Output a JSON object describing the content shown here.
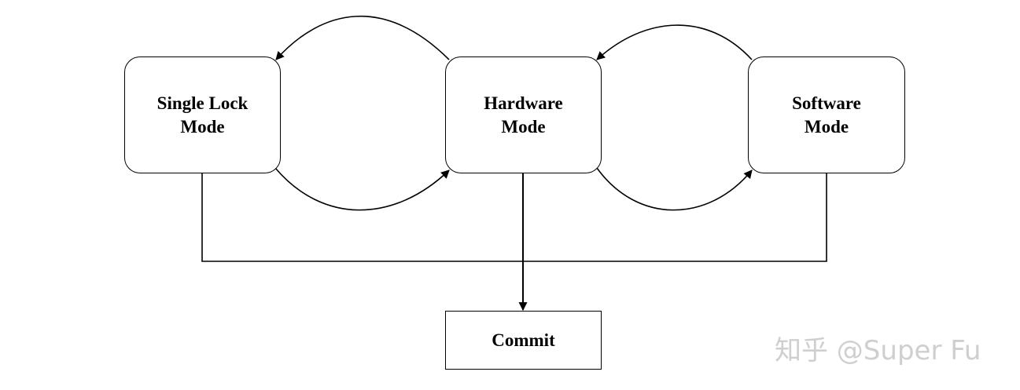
{
  "nodes": {
    "single_lock": {
      "line1": "Single Lock",
      "line2": "Mode"
    },
    "hardware": {
      "line1": "Hardware",
      "line2": "Mode"
    },
    "software": {
      "line1": "Software",
      "line2": "Mode"
    },
    "commit": {
      "label": "Commit"
    }
  },
  "edges": [
    {
      "from": "hardware",
      "to": "single_lock",
      "style": "curved-arrow"
    },
    {
      "from": "single_lock",
      "to": "hardware",
      "style": "curved-arrow"
    },
    {
      "from": "software",
      "to": "hardware",
      "style": "curved-arrow"
    },
    {
      "from": "hardware",
      "to": "software",
      "style": "curved-arrow"
    },
    {
      "from": "single_lock",
      "to": "commit",
      "style": "orthogonal-line"
    },
    {
      "from": "software",
      "to": "commit",
      "style": "orthogonal-line"
    },
    {
      "from": "hardware",
      "to": "commit",
      "style": "straight-arrow"
    }
  ],
  "watermark": {
    "text": "知乎 @Super Fu"
  }
}
